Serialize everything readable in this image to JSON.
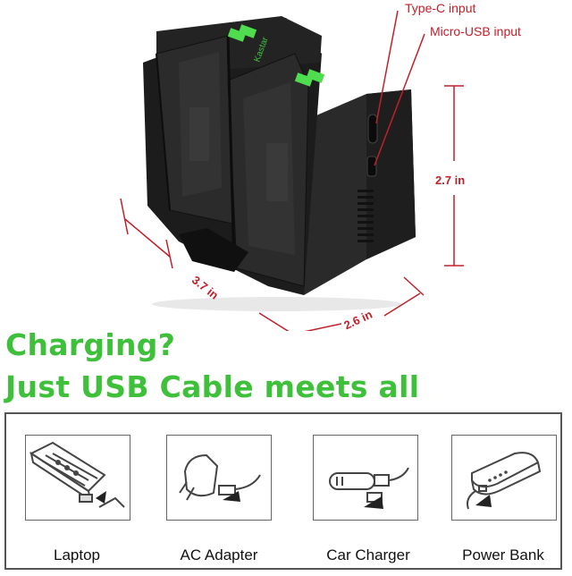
{
  "product": {
    "brand_marking": "Kastar",
    "ports": {
      "type_c_label": "Type-C input",
      "micro_usb_label": "Micro-USB input"
    },
    "dimensions": {
      "height_label": "2.7 in",
      "length_label": "3.7 in",
      "width_label": "2.6 in"
    }
  },
  "headline": {
    "line1": "Charging?",
    "line2": "Just USB Cable meets all"
  },
  "power_sources": [
    {
      "label": "Laptop",
      "icon": "laptop-icon"
    },
    {
      "label": "AC Adapter",
      "icon": "ac-adapter-icon"
    },
    {
      "label": "Car Charger",
      "icon": "car-charger-icon"
    },
    {
      "label": "Power Bank",
      "icon": "power-bank-icon"
    }
  ],
  "colors": {
    "accent_red": "#c0202a",
    "headline_green": "#3fc03a",
    "body_dark": "#1c1c1c",
    "led_green": "#4fdc4f"
  }
}
